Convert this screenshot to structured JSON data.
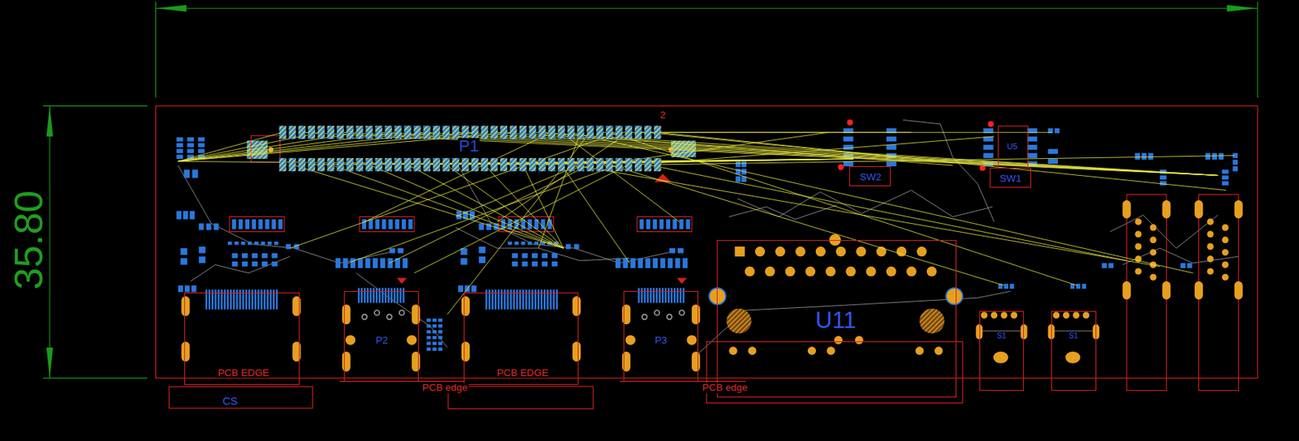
{
  "diagram": {
    "nodes": [
      {
        "text": [
          "SW2"
        ]
      },
      {
        "text": [
          "U5"
        ]
      },
      {
        "text": [
          "SW1"
        ]
      },
      {
        "text": [
          "U11"
        ]
      },
      {
        "text": [
          "PCB EDGE"
        ]
      },
      {
        "text": [
          "P2"
        ]
      },
      {
        "text": [
          "PCB EDGE"
        ]
      },
      {
        "text": [
          "P3"
        ]
      },
      {
        "text": [
          "S1"
        ]
      },
      {
        "text": [
          "S1"
        ]
      },
      {
        "text": [
          "CS"
        ]
      }
    ],
    "labels": [
      "35.80",
      "2",
      "P1",
      "PCB edge",
      "PCB edge"
    ]
  }
}
